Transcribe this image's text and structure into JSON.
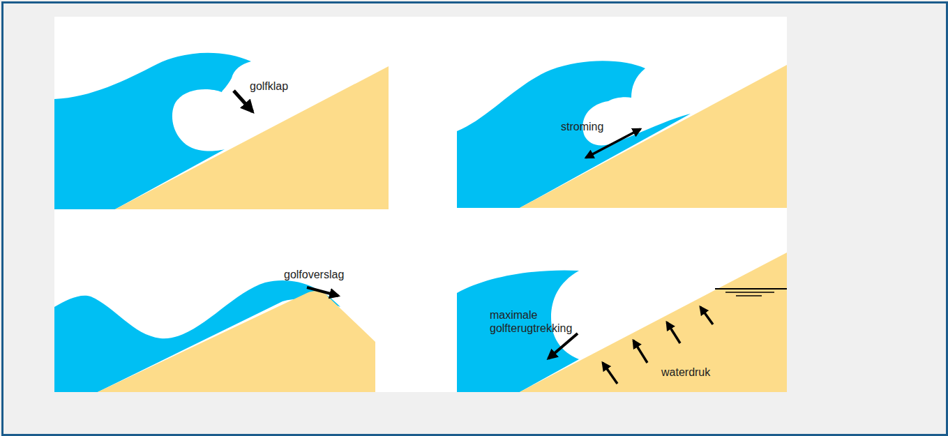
{
  "diagram": {
    "labels": [
      "golfklap",
      "stroming",
      "golfoverslag",
      "maximale golfterugtrekking",
      "waterdruk"
    ]
  }
}
